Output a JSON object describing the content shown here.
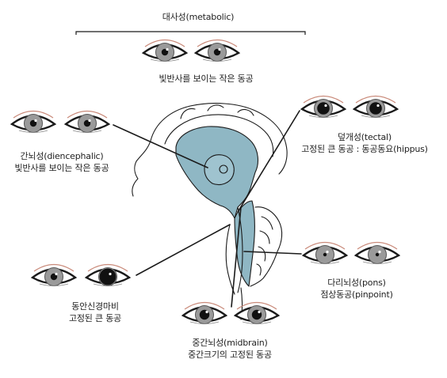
{
  "figure": {
    "bracket_label": "대사성(metabolic)",
    "groups": [
      {
        "id": "metabolic",
        "lines": [
          "빛반사를 보이는 작은 동공"
        ],
        "pupils": [
          "small",
          "small"
        ]
      },
      {
        "id": "diencephalic",
        "lines": [
          "간뇌성(diencephalic)",
          "빛반사를 보이는 작은 동공"
        ],
        "pupils": [
          "small",
          "small"
        ]
      },
      {
        "id": "tectal",
        "lines": [
          "덮개성(tectal)",
          "고정된 큰 동공 : 동공동요(hippus)"
        ],
        "pupils": [
          "large",
          "large"
        ]
      },
      {
        "id": "oculomotor",
        "lines": [
          "동안신경마비",
          "고정된 큰 동공"
        ],
        "pupils": [
          "small",
          "dilated"
        ]
      },
      {
        "id": "midbrain",
        "lines": [
          "중간뇌성(midbrain)",
          "중간크기의 고정된 동공"
        ],
        "pupils": [
          "medium",
          "medium"
        ]
      },
      {
        "id": "pons",
        "lines": [
          "다리뇌성(pons)",
          "점상동공(pinpoint)"
        ],
        "pupils": [
          "pinpoint",
          "pinpoint"
        ]
      }
    ],
    "colors": {
      "ink": "#1a1a1a",
      "brainstem_fill": "#8fb7c4",
      "iris": "#9a9a9a",
      "lid_crease": "#c98a7a"
    }
  }
}
